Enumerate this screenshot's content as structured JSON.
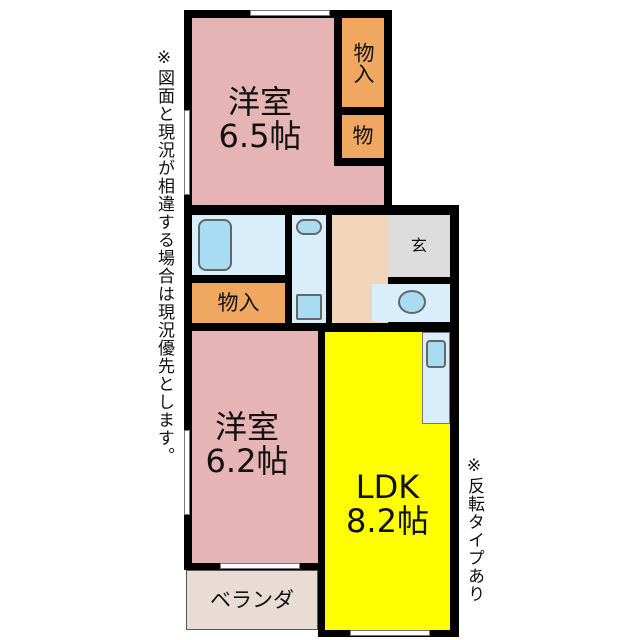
{
  "notes": {
    "disclaimer": "※図面と現況が相違する場合は現況優先とします。",
    "reverse_type": "※反転タイプあり"
  },
  "rooms": {
    "bedroom_top": {
      "name": "洋室",
      "size": "6.5帖"
    },
    "closet_top_1": "物入",
    "closet_top_2": "物",
    "entrance": "玄",
    "closet_mid": "物入",
    "bedroom_bottom": {
      "name": "洋室",
      "size": "6.2帖"
    },
    "ldk": {
      "name": "LDK",
      "size": "8.2帖"
    },
    "veranda": "ベランダ"
  },
  "colors": {
    "bedroom": "#e6b4b4",
    "closet": "#f0a860",
    "water": "#d8eefa",
    "entrance_hall": "#f2d5b9",
    "entrance": "#dcdcdc",
    "ldk": "#ffff00",
    "veranda": "#e8dcd4"
  }
}
